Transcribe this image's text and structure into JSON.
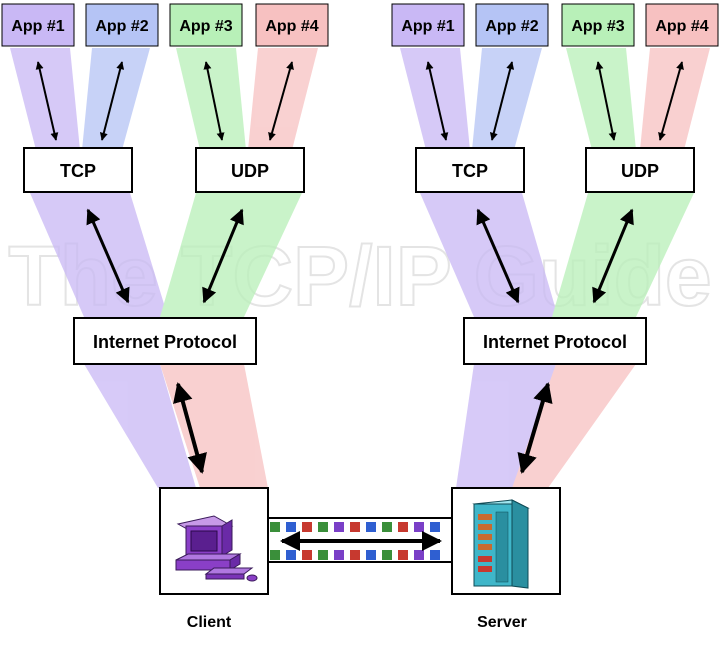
{
  "watermark": "The TCP/IP Guide",
  "colors": {
    "app1": "#c9b8f5",
    "app2": "#b5c4f5",
    "app3": "#b8f0b8",
    "app4": "#f7c1c1",
    "box_border": "#000000",
    "computer": "#8a3fc7",
    "server": "#3fb6c9"
  },
  "client": {
    "apps": [
      "App #1",
      "App #2",
      "App #3",
      "App #4"
    ],
    "tcp": "TCP",
    "udp": "UDP",
    "ip": "Internet Protocol",
    "host_label": "Client",
    "host_icon": "desktop-computer-icon"
  },
  "server": {
    "apps": [
      "App #1",
      "App #2",
      "App #3",
      "App #4"
    ],
    "tcp": "TCP",
    "udp": "UDP",
    "ip": "Internet Protocol",
    "host_label": "Server",
    "host_icon": "server-tower-icon"
  }
}
